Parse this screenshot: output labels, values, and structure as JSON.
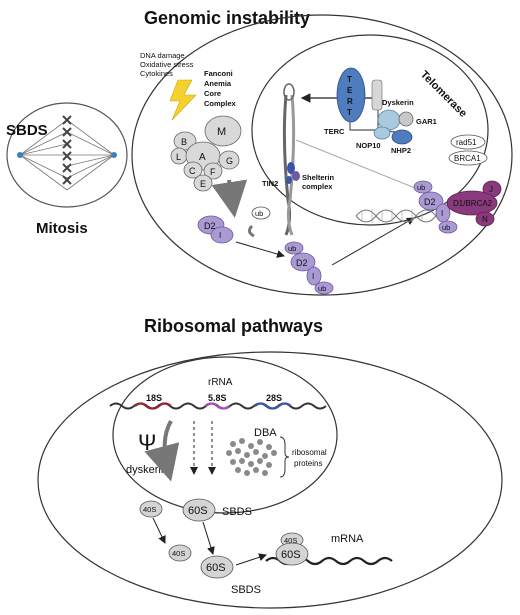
{
  "titles": {
    "genomic": "Genomic instability",
    "ribosomal": "Ribosomal pathways"
  },
  "mitosis": {
    "sbds": "SBDS",
    "label": "Mitosis"
  },
  "damage": {
    "lines": [
      "DNA damage",
      "Oxidative stress",
      "Cytokines"
    ]
  },
  "fanconi": {
    "lines": [
      "Fanconi",
      "Anemia",
      "Core",
      "Complex"
    ],
    "subunits": [
      "B",
      "M",
      "L",
      "A",
      "G",
      "C",
      "F",
      "E"
    ]
  },
  "telomerase": {
    "label": "Telomerase",
    "tert_letters": [
      "T",
      "E",
      "R",
      "T"
    ],
    "dyskerin": "Dyskerin",
    "gar1": "GAR1",
    "terc": "TERC",
    "nop10": "NOP10",
    "nhp2": "NHP2",
    "rad51": "rad51",
    "brca1": "BRCA1",
    "tin2": "TIN2",
    "shelterin": [
      "Shelterin",
      "complex"
    ]
  },
  "id2": {
    "d2": "D2",
    "i": "I",
    "ub": "ub",
    "d1brca2": "D1/BRCA2",
    "j": "J",
    "n": "N"
  },
  "ribosome": {
    "rrna": "rRNA",
    "s18": "18S",
    "s58": "5.8S",
    "s28": "28S",
    "psi": "Ψ",
    "dyskerin": "dyskerin",
    "dba": "DBA",
    "ribosomal_proteins": [
      "ribosomal",
      "proteins"
    ],
    "s40": "40S",
    "s60": "60S",
    "sbds": "SBDS",
    "mrna": "mRNA"
  },
  "colors": {
    "purple_dark": "#6f5a9e",
    "purple_light": "#a99ad3",
    "magenta": "#8a3a7c",
    "blue": "#4f7bbf",
    "lightblue": "#a9c9df",
    "gray_fill": "#d4d4d4",
    "red_18s": "#9a2232",
    "violet_58s": "#a84fc4",
    "blue_28s": "#3b56a8",
    "bolt": "#f5d130"
  }
}
